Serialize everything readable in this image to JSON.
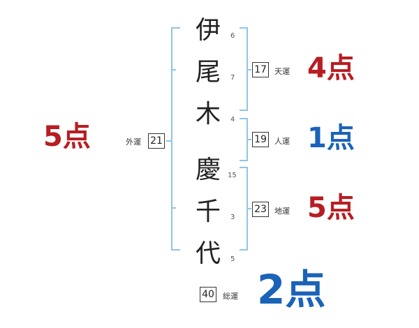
{
  "colors": {
    "bracket": "#8ec5e8",
    "bad": "#b71d22",
    "good": "#1a63b8"
  },
  "characters": [
    {
      "char": "伊",
      "strokes": "6"
    },
    {
      "char": "尾",
      "strokes": "7"
    },
    {
      "char": "木",
      "strokes": "4"
    },
    {
      "char": "慶",
      "strokes": "15"
    },
    {
      "char": "千",
      "strokes": "3"
    },
    {
      "char": "代",
      "strokes": "5"
    }
  ],
  "fortunes": {
    "tenun": {
      "value": "17",
      "label": "天運",
      "score": "4点"
    },
    "jinun": {
      "value": "19",
      "label": "人運",
      "score": "1点"
    },
    "chiun": {
      "value": "23",
      "label": "地運",
      "score": "5点"
    },
    "gaiun": {
      "value": "21",
      "label": "外運",
      "score": "5点"
    },
    "souun": {
      "value": "40",
      "label": "総運",
      "score": "2点"
    }
  }
}
